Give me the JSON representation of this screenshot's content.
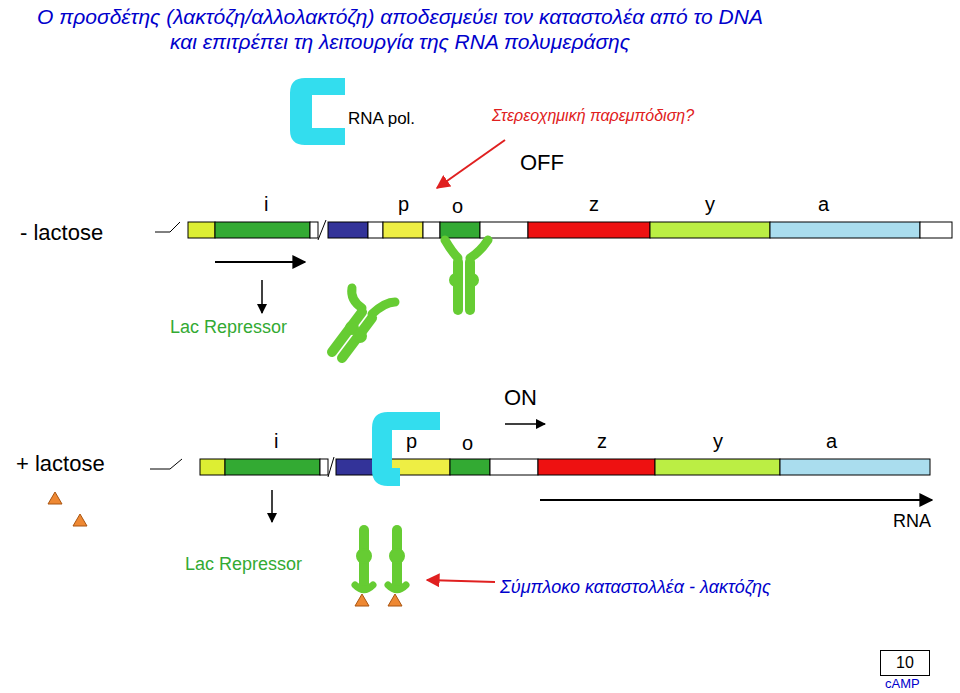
{
  "diagram": {
    "title": "Ο προσδέτης (λακτόζη/αλλολακτόζη) αποδεσμεύει τον καταστολέα από το DNA και επιτρέπει τη λειτουργία της RNA πολυμεράσης",
    "nodes": [
      {
        "text": [
          "10"
        ]
      }
    ],
    "labels": [
      "RNA pol.",
      "Στερεοχημική παρεμπόδιση?",
      "OFF",
      "- lactose",
      "i",
      "p",
      "o",
      "z",
      "y",
      "a",
      "Lac Repressor",
      "ON",
      "+ lactose",
      "i",
      "p",
      "o",
      "z",
      "y",
      "a",
      "RNA",
      "Lac Repressor",
      "Σύμπλοκο καταστολλέα - λακτόζης",
      "cAMP"
    ]
  }
}
